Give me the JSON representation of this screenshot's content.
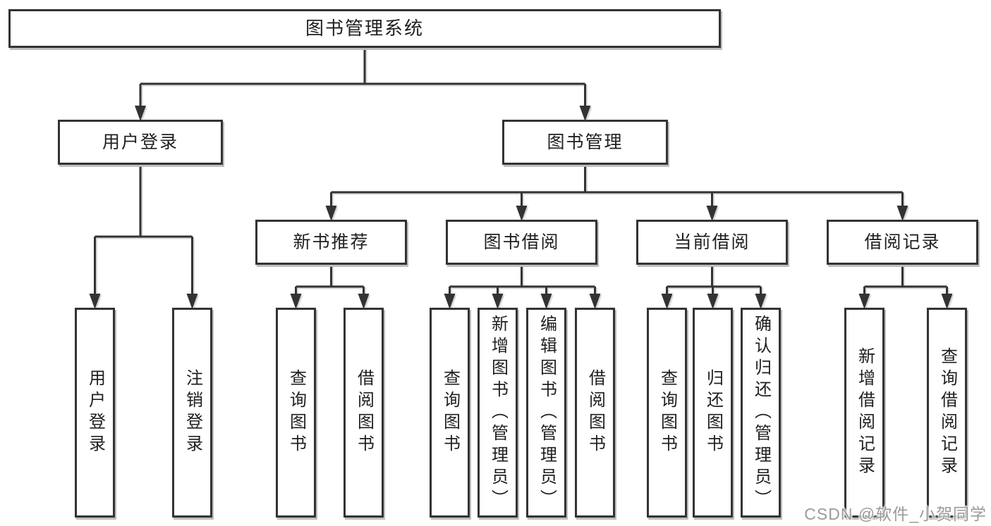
{
  "diagram": {
    "watermark": "CSDN @软件_小贺同学",
    "colors": {
      "line": "#333333",
      "line_shadow": "#b9b9b9",
      "box_border": "#333333",
      "box_fill": "#ffffff",
      "text": "#1f1f1f",
      "watermark_text": "#9b9b9b",
      "background": "#ffffff"
    },
    "nodes": {
      "root": {
        "label": "图书管理系统"
      },
      "user_login": {
        "label": "用户登录"
      },
      "book_mgmt": {
        "label": "图书管理"
      },
      "new_book_rec": {
        "label": "新书推荐"
      },
      "book_borrow": {
        "label": "图书借阅"
      },
      "current_borrow": {
        "label": "当前借阅"
      },
      "borrow_records": {
        "label": "借阅记录"
      },
      "g1_user_login": {
        "label": "用户登录"
      },
      "g1_logout": {
        "label": "注销登录"
      },
      "g2_query_books": {
        "label": "查询图书"
      },
      "g2_borrow_books": {
        "label": "借阅图书"
      },
      "g3_query_books": {
        "label": "查询图书"
      },
      "g3_add_books": {
        "label": "新增图书（管理员）"
      },
      "g3_edit_books": {
        "label": "编辑图书（管理员）"
      },
      "g3_borrow_books": {
        "label": "借阅图书"
      },
      "g4_query_books": {
        "label": "查询图书"
      },
      "g4_return_books": {
        "label": "归还图书"
      },
      "g4_confirm_return": {
        "label": "确认归还（管理员）"
      },
      "g5_add_record": {
        "label": "新增借阅记录"
      },
      "g5_query_record": {
        "label": "查询借阅记录"
      }
    },
    "edges": [
      [
        "root",
        "user_login"
      ],
      [
        "root",
        "book_mgmt"
      ],
      [
        "user_login",
        "g1_user_login"
      ],
      [
        "user_login",
        "g1_logout"
      ],
      [
        "book_mgmt",
        "new_book_rec"
      ],
      [
        "book_mgmt",
        "book_borrow"
      ],
      [
        "book_mgmt",
        "current_borrow"
      ],
      [
        "book_mgmt",
        "borrow_records"
      ],
      [
        "new_book_rec",
        "g2_query_books"
      ],
      [
        "new_book_rec",
        "g2_borrow_books"
      ],
      [
        "book_borrow",
        "g3_query_books"
      ],
      [
        "book_borrow",
        "g3_add_books"
      ],
      [
        "book_borrow",
        "g3_edit_books"
      ],
      [
        "book_borrow",
        "g3_borrow_books"
      ],
      [
        "current_borrow",
        "g4_query_books"
      ],
      [
        "current_borrow",
        "g4_return_books"
      ],
      [
        "current_borrow",
        "g4_confirm_return"
      ],
      [
        "borrow_records",
        "g5_add_record"
      ],
      [
        "borrow_records",
        "g5_query_record"
      ]
    ]
  }
}
